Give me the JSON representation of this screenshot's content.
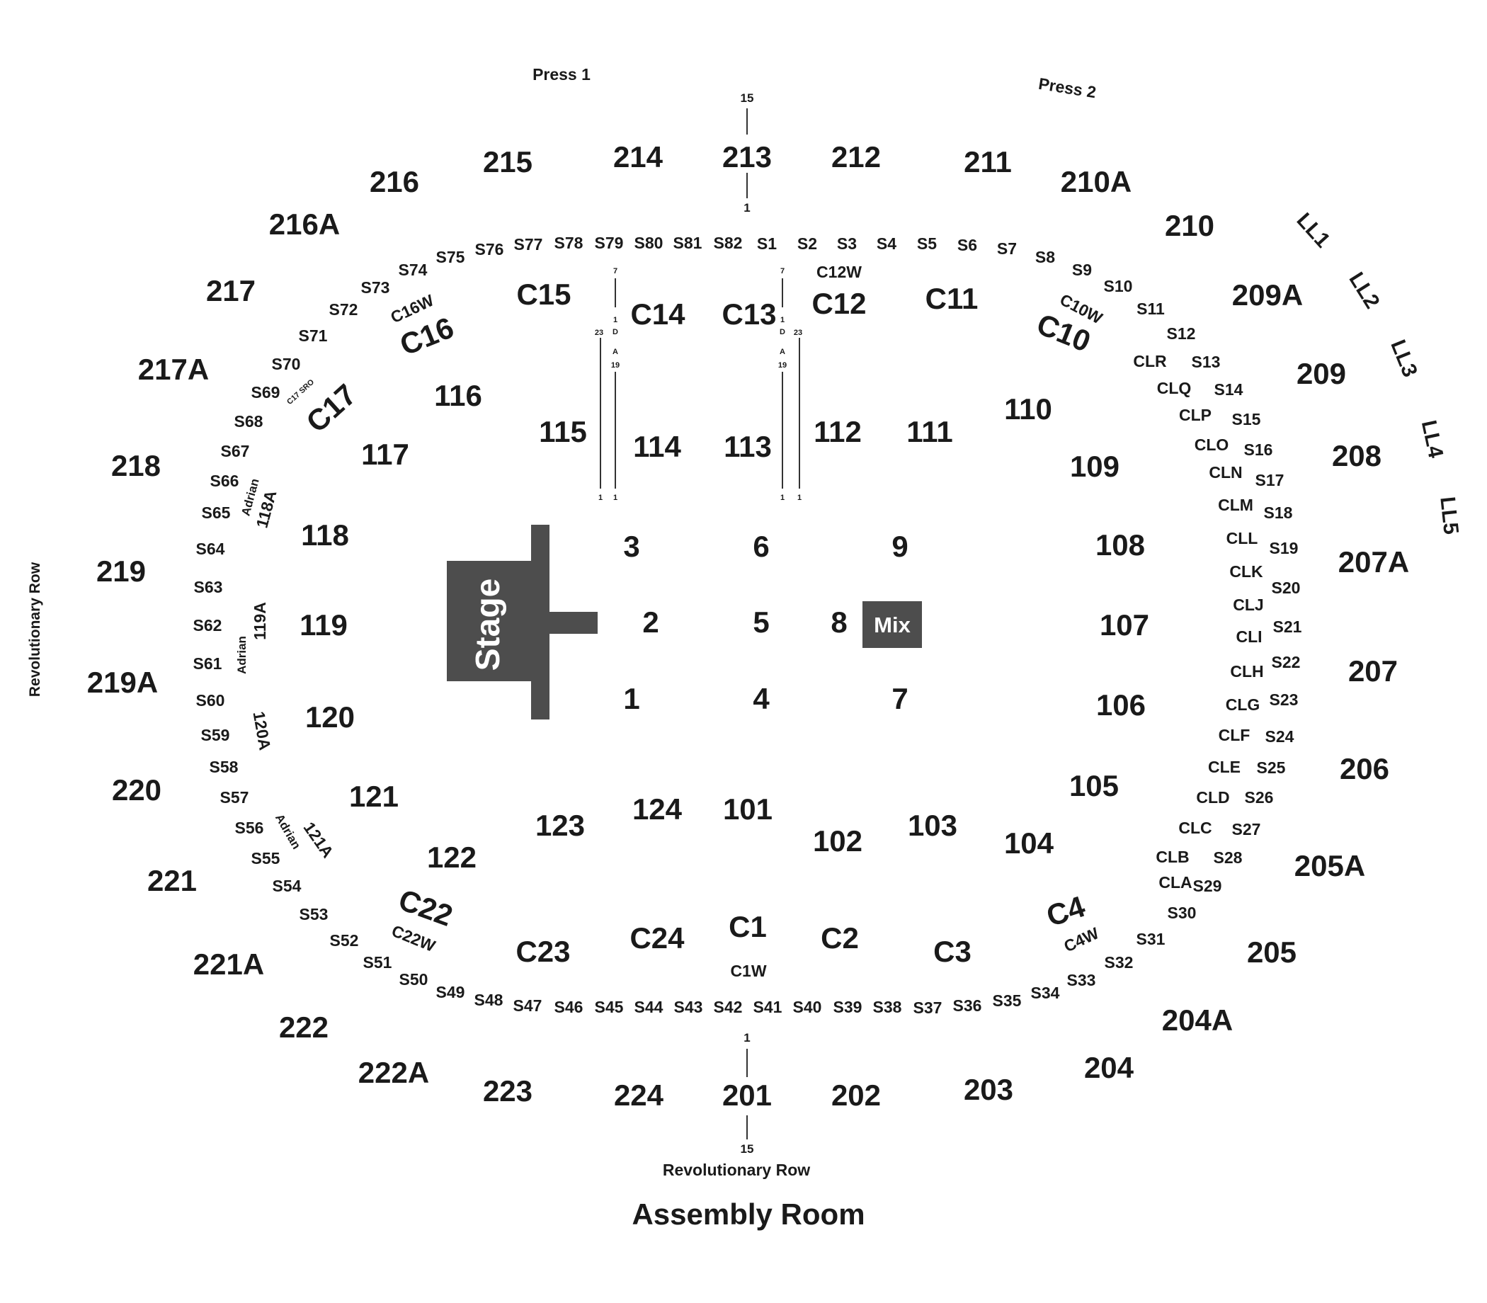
{
  "venue": {
    "name": "Assembly Room"
  },
  "press": [
    "Press 1",
    "Press 2"
  ],
  "side_labels": {
    "left": "Revolutionary Row",
    "bottom": "Revolutionary Row"
  },
  "stage": {
    "label": "Stage"
  },
  "mix": {
    "label": "Mix"
  },
  "colors": {
    "ink": "#1a1a1a",
    "stage": "#4d4d4d",
    "background": "#ffffff"
  },
  "sections": {
    "upper": [
      "201",
      "202",
      "203",
      "204",
      "204A",
      "205",
      "205A",
      "206",
      "207",
      "207A",
      "208",
      "209",
      "209A",
      "210",
      "210A",
      "211",
      "212",
      "213",
      "214",
      "215",
      "216",
      "216A",
      "217",
      "217A",
      "218",
      "219",
      "219A",
      "220",
      "221",
      "221A",
      "222",
      "222A",
      "223",
      "224"
    ],
    "lower": [
      "101",
      "102",
      "103",
      "104",
      "105",
      "106",
      "107",
      "108",
      "109",
      "110",
      "111",
      "112",
      "113",
      "114",
      "115",
      "116",
      "117",
      "118",
      "119",
      "120",
      "121",
      "122",
      "123",
      "124"
    ],
    "floor": [
      "1",
      "2",
      "3",
      "4",
      "5",
      "6",
      "7",
      "8",
      "9"
    ],
    "clubs": [
      "C1",
      "C1W",
      "C2",
      "C3",
      "C4",
      "C4W",
      "C10",
      "C10W",
      "C11",
      "C12",
      "C12W",
      "C13",
      "C14",
      "C15",
      "C16",
      "C16W",
      "C17",
      "C17 SRO",
      "C22",
      "C22W",
      "C23",
      "C24"
    ],
    "suites": [
      "S1",
      "S2",
      "S3",
      "S4",
      "S5",
      "S6",
      "S7",
      "S8",
      "S9",
      "S10",
      "S11",
      "S12",
      "S13",
      "S14",
      "S15",
      "S16",
      "S17",
      "S18",
      "S19",
      "S20",
      "S21",
      "S22",
      "S23",
      "S24",
      "S25",
      "S26",
      "S27",
      "S28",
      "S29",
      "S30",
      "S31",
      "S32",
      "S33",
      "S34",
      "S35",
      "S36",
      "S37",
      "S38",
      "S39",
      "S40",
      "S41",
      "S42",
      "S43",
      "S44",
      "S45",
      "S46",
      "S47",
      "S48",
      "S49",
      "S50",
      "S51",
      "S52",
      "S53",
      "S54",
      "S55",
      "S56",
      "S57",
      "S58",
      "S59",
      "S60",
      "S61",
      "S62",
      "S63",
      "S64",
      "S65",
      "S66",
      "S67",
      "S68",
      "S69",
      "S70",
      "S71",
      "S72",
      "S73",
      "S74",
      "S75",
      "S76",
      "S77",
      "S78",
      "S79",
      "S80",
      "S81",
      "S82"
    ],
    "club_lounges": [
      "CLA",
      "CLB",
      "CLC",
      "CLD",
      "CLE",
      "CLF",
      "CLG",
      "CLH",
      "CLI",
      "CLJ",
      "CLK",
      "CLL",
      "CLM",
      "CLN",
      "CLO",
      "CLP",
      "CLQ",
      "CLR"
    ],
    "loge_levels": [
      "LL1",
      "LL2",
      "LL3",
      "LL4",
      "LL5"
    ],
    "adrian": [
      "Adrian",
      "118A",
      "119A",
      "120A",
      "121A"
    ]
  },
  "row_markers": {
    "top": [
      "15",
      "1"
    ],
    "bottom": [
      "1",
      "15"
    ],
    "ada_left": [
      "7",
      "1",
      "D",
      "A",
      "19",
      "23",
      "1",
      "1"
    ],
    "ada_right": [
      "7",
      "1",
      "D",
      "A",
      "19",
      "23",
      "1",
      "1"
    ]
  }
}
